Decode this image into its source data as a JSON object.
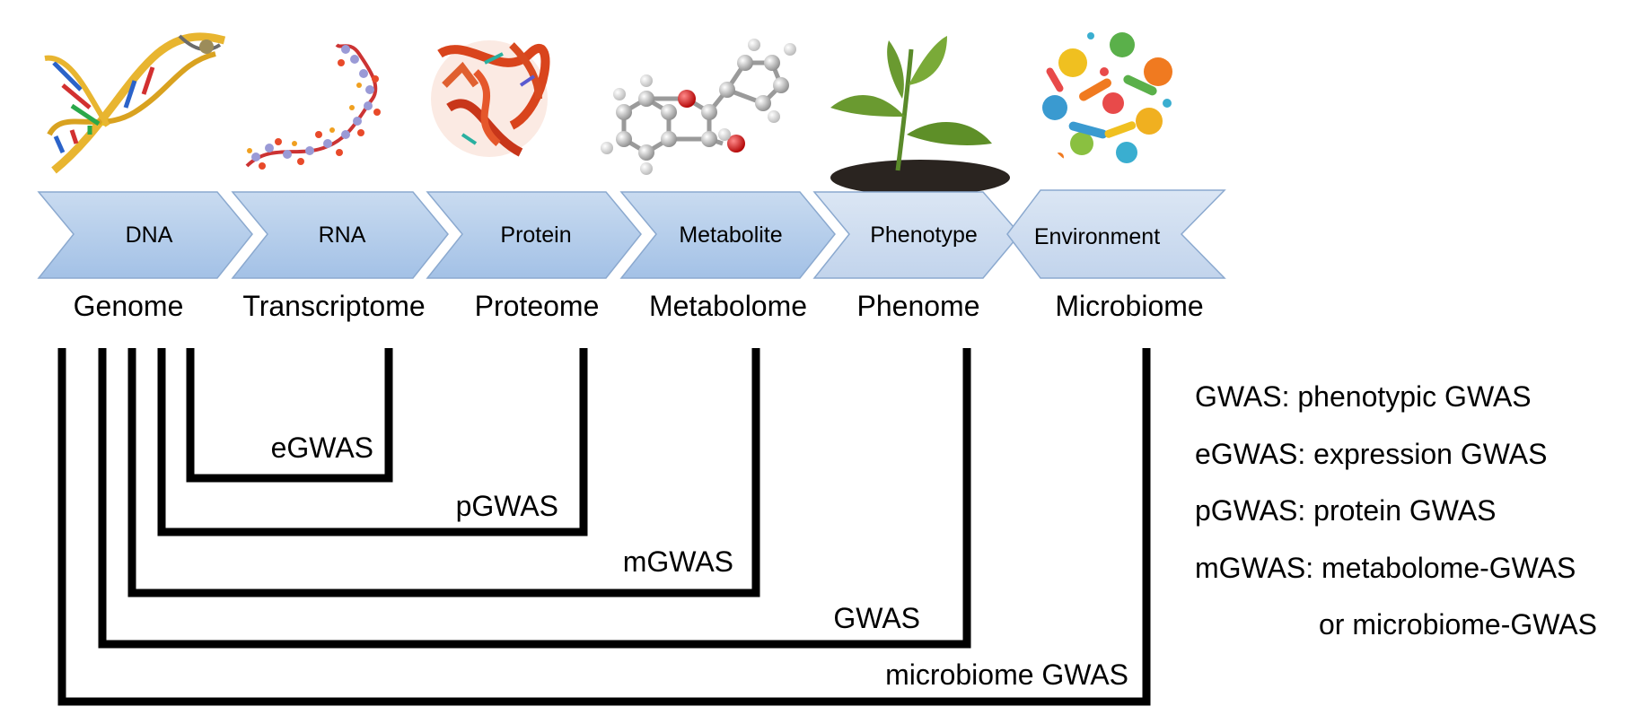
{
  "chevrons": [
    {
      "label": "DNA",
      "omic": "Genome",
      "icon": "dna-helix"
    },
    {
      "label": "RNA",
      "omic": "Transcriptome",
      "icon": "rna-strand"
    },
    {
      "label": "Protein",
      "omic": "Proteome",
      "icon": "protein-ribbon"
    },
    {
      "label": "Metabolite",
      "omic": "Metabolome",
      "icon": "molecule"
    },
    {
      "label": "Phenotype",
      "omic": "Phenome",
      "icon": "plant-seedling"
    },
    {
      "label": "Environment",
      "omic": "Microbiome",
      "icon": "microbes"
    }
  ],
  "brackets": [
    {
      "label": "eGWAS"
    },
    {
      "label": "pGWAS"
    },
    {
      "label": "mGWAS"
    },
    {
      "label": "GWAS"
    },
    {
      "label": "microbiome GWAS"
    }
  ],
  "legend": [
    "GWAS: phenotypic GWAS",
    "eGWAS: expression GWAS",
    "pGWAS: protein GWAS",
    "mGWAS: metabolome-GWAS",
    "or microbiome-GWAS"
  ],
  "colors": {
    "chevron_top": "#c7d9ef",
    "chevron_bottom": "#a3c1e6",
    "chevron_stroke": "#8ba9cf",
    "line": "#000000"
  }
}
